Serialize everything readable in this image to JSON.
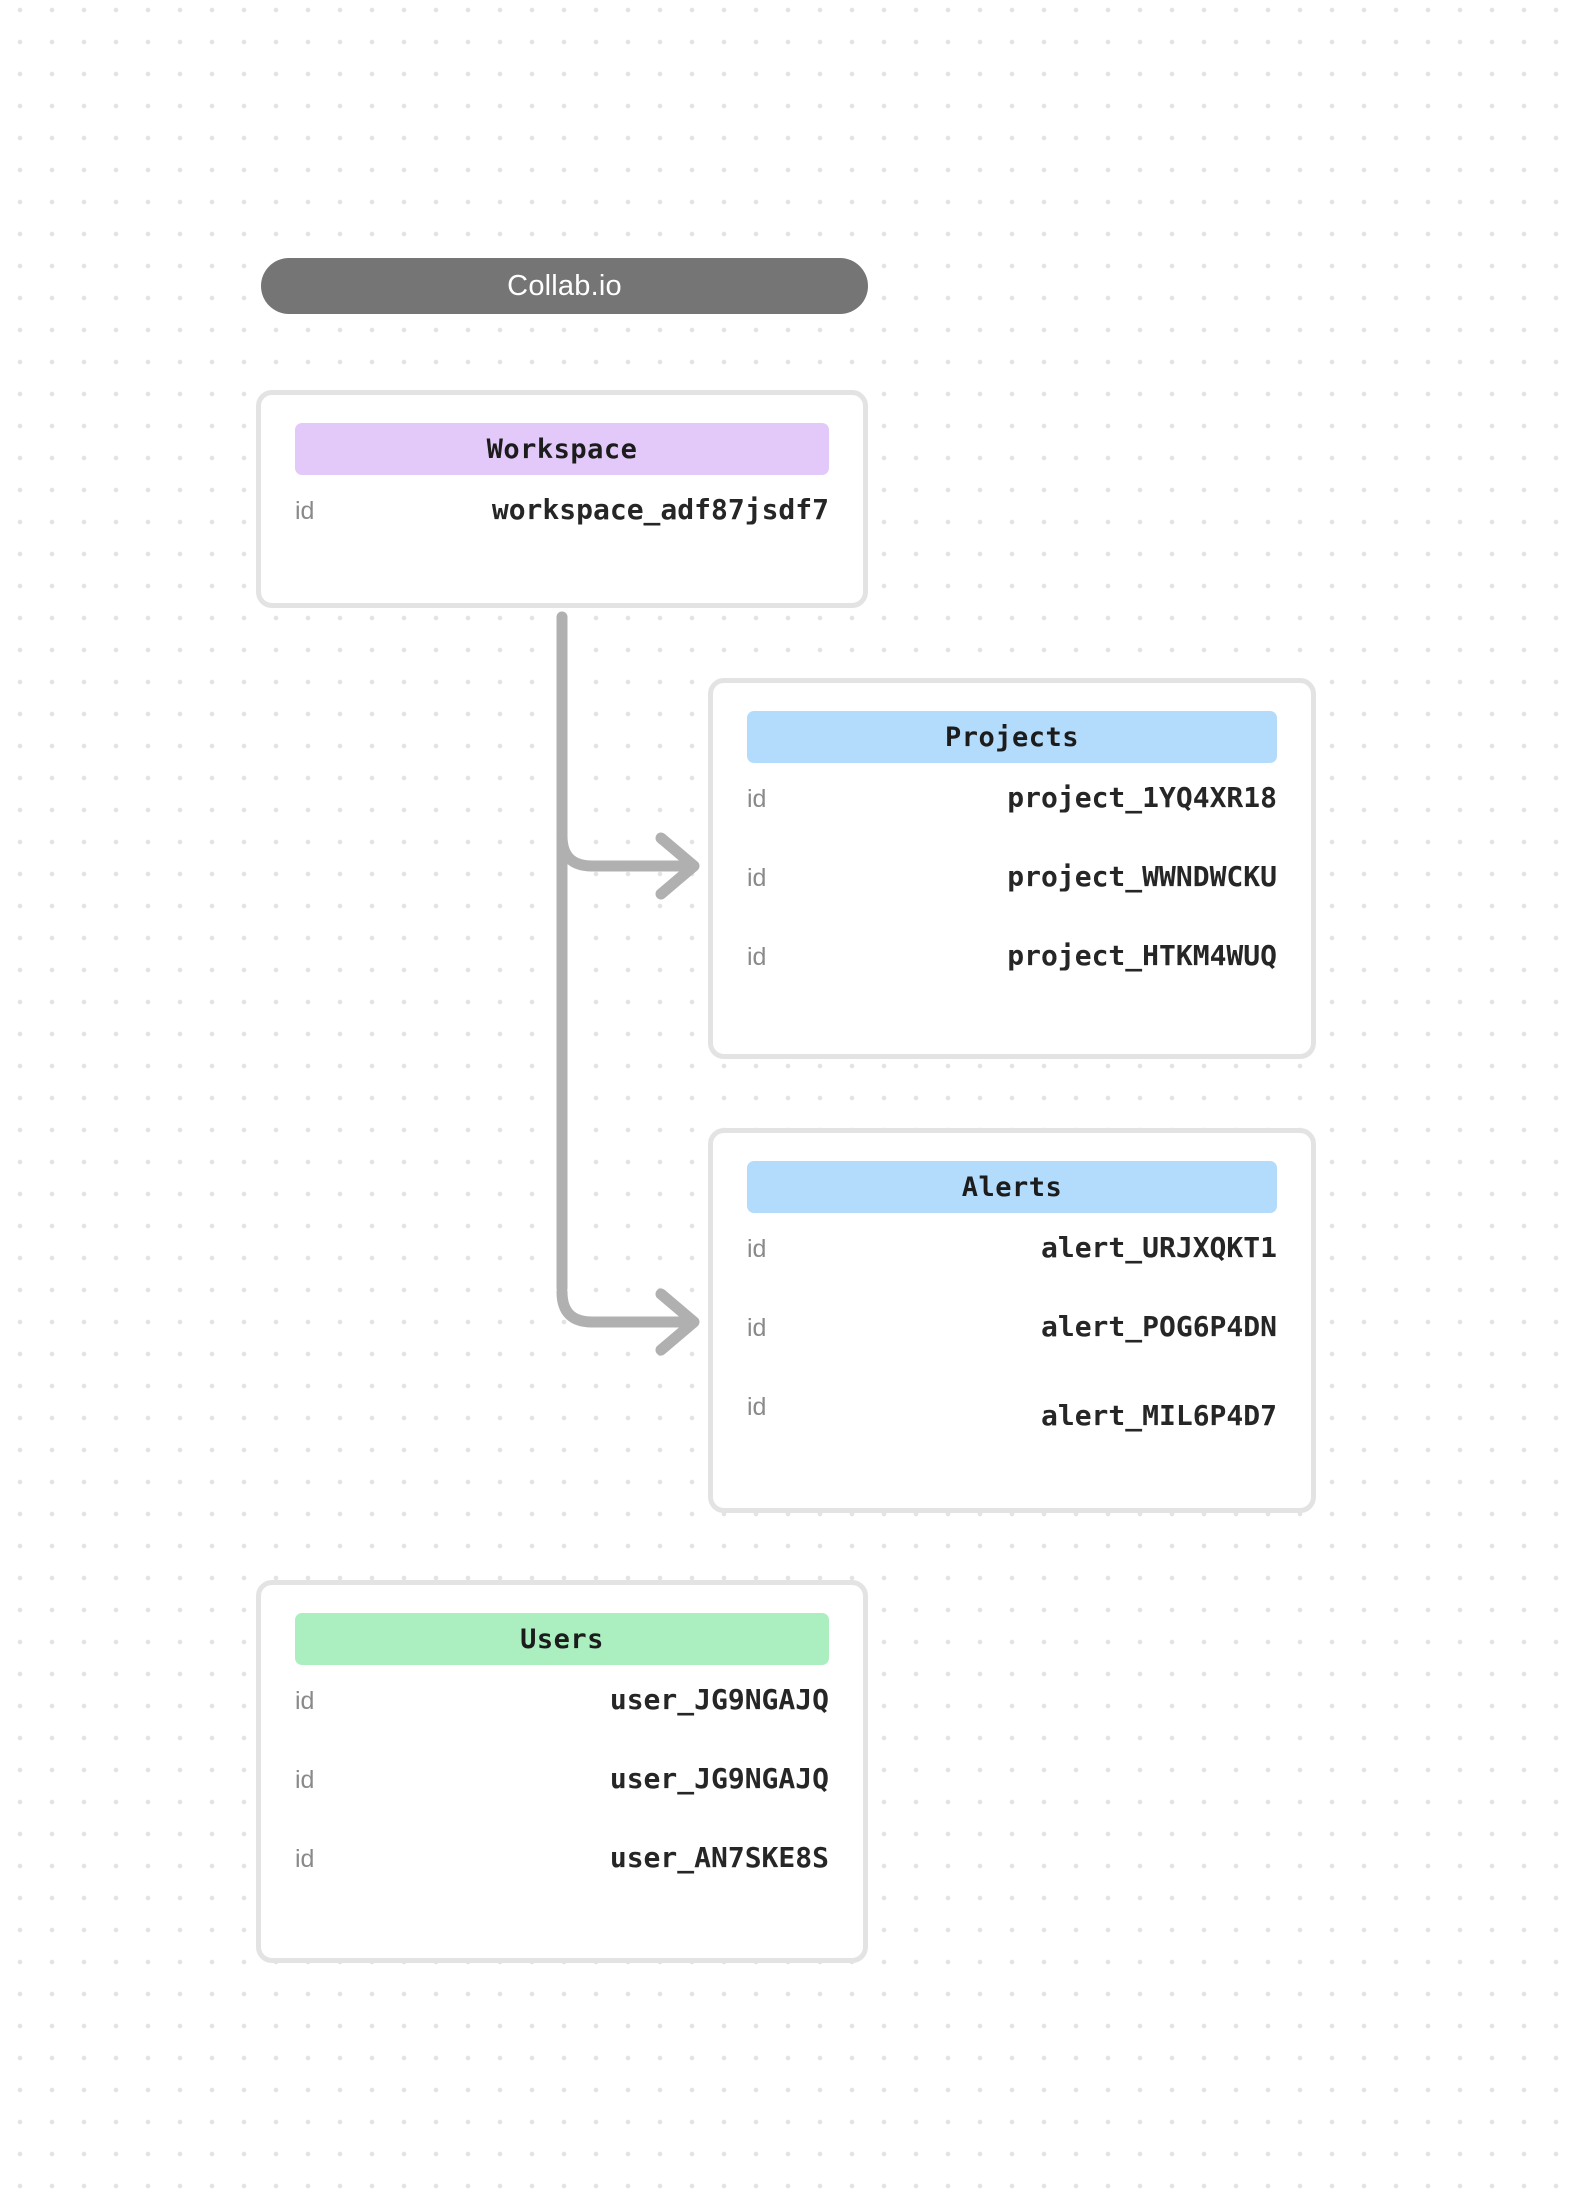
{
  "title": {
    "label": "Collab.io"
  },
  "colors": {
    "title_pill_bg": "#757575",
    "title_pill_text": "#ffffff",
    "card_border": "#e3e3e3",
    "card_bg": "#ffffff",
    "header_purple": "#e2c9fa",
    "header_blue": "#b3dcfc",
    "header_green": "#abefc0",
    "connector": "#b0b0b0",
    "key_text": "#8a8a8a",
    "value_text": "#262626",
    "grid_dot": "#e3e3e3"
  },
  "cards": [
    {
      "name": "workspace",
      "header": "Workspace",
      "header_color": "#e2c9fa",
      "rows": [
        {
          "key": "id",
          "value": "workspace_adf87jsdf7"
        }
      ]
    },
    {
      "name": "projects",
      "header": "Projects",
      "header_color": "#b3dcfc",
      "rows": [
        {
          "key": "id",
          "value": "project_1YQ4XR18"
        },
        {
          "key": "id",
          "value": "project_WWNDWCKU"
        },
        {
          "key": "id",
          "value": "project_HTKM4WUQ"
        }
      ]
    },
    {
      "name": "alerts",
      "header": "Alerts",
      "header_color": "#b3dcfc",
      "rows": [
        {
          "key": "id",
          "value": "alert_URJXQKT1"
        },
        {
          "key": "id",
          "value": "alert_POG6P4DN"
        },
        {
          "key": "id",
          "value": "alert_MIL6P4D7"
        }
      ]
    },
    {
      "name": "users",
      "header": "Users",
      "header_color": "#abefc0",
      "rows": [
        {
          "key": "id",
          "value": "user_JG9NGAJQ"
        },
        {
          "key": "id",
          "value": "user_JG9NGAJQ"
        },
        {
          "key": "id",
          "value": "user_AN7SKE8S"
        }
      ]
    }
  ],
  "connections": [
    {
      "from": "workspace",
      "to": "projects"
    },
    {
      "from": "workspace",
      "to": "alerts"
    }
  ]
}
